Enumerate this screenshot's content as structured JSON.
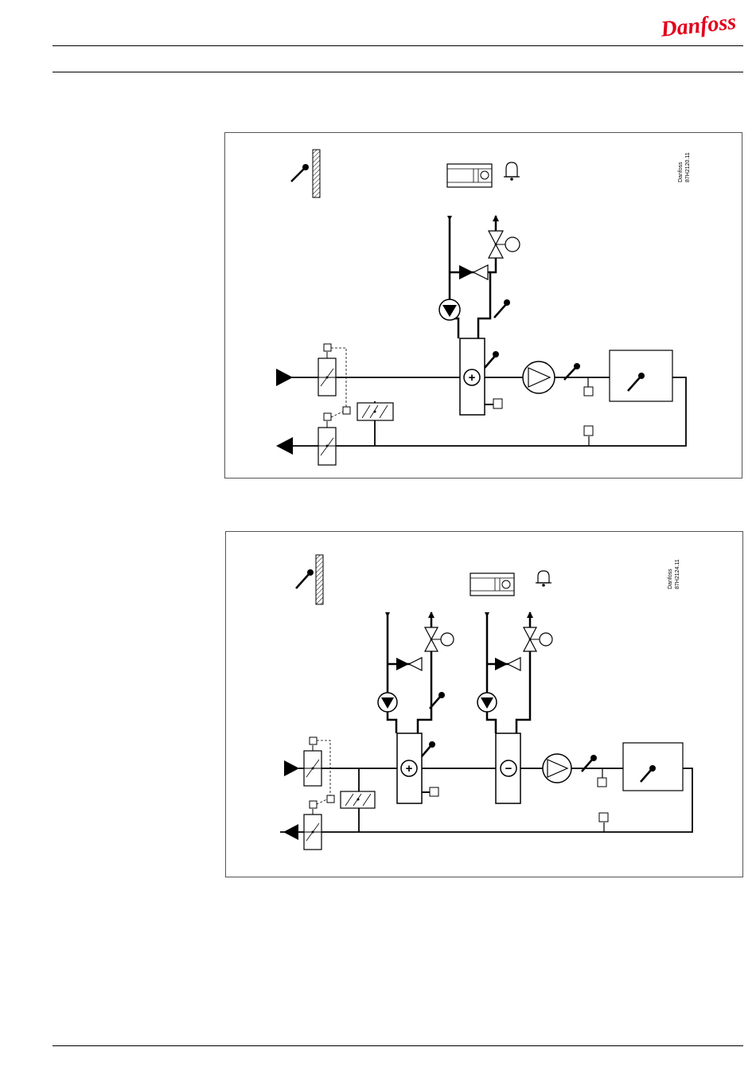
{
  "header": {
    "brand": "Danfoss",
    "brand_color": "#e2001a"
  },
  "diagram_1": {
    "doc_label": "Danfoss",
    "doc_code": "87H2120.11",
    "heater_symbol": "+",
    "icons": [
      "outdoor-sensor-icon",
      "controller-icon",
      "alarm-bell-icon",
      "pump-icon",
      "motorized-valve-icon",
      "check-valve-icon",
      "heating-coil-icon",
      "fan-icon",
      "room-sensor-icon",
      "damper-icon",
      "heat-recovery-icon",
      "pressure-switch-icon"
    ]
  },
  "diagram_2": {
    "doc_label": "Danfoss",
    "doc_code": "87H2124.11",
    "heater_symbol": "+",
    "cooler_symbol": "−",
    "icons": [
      "outdoor-sensor-icon",
      "controller-icon",
      "alarm-bell-icon",
      "pump-icon",
      "motorized-valve-icon",
      "check-valve-icon",
      "heating-coil-icon",
      "cooling-coil-icon",
      "fan-icon",
      "room-sensor-icon",
      "damper-icon",
      "heat-recovery-icon",
      "pressure-switch-icon"
    ]
  }
}
